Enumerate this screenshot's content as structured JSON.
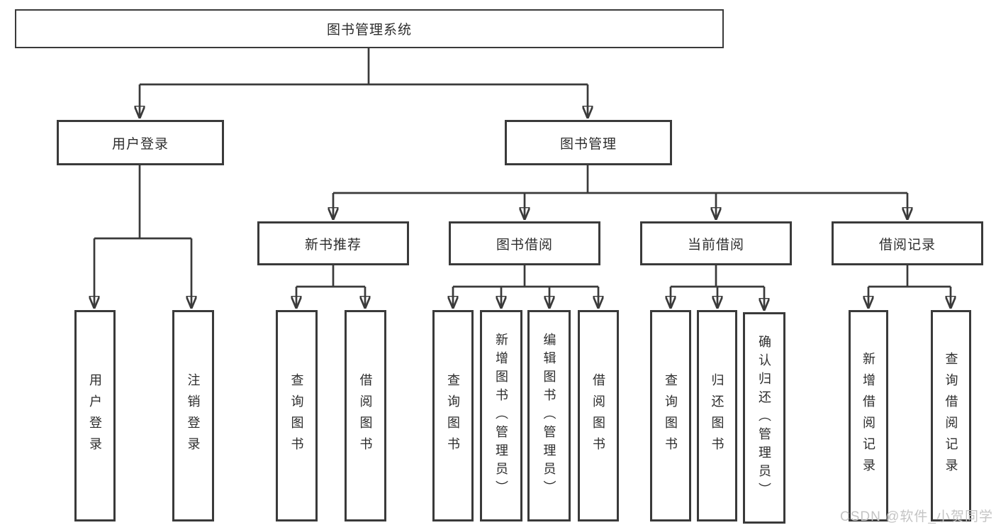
{
  "diagram": {
    "root": {
      "label": "图书管理系统"
    },
    "level2": [
      {
        "label": "用户登录",
        "children": [
          {
            "label": "用户登录"
          },
          {
            "label": "注销登录"
          }
        ]
      },
      {
        "label": "图书管理",
        "children": [
          {
            "label": "新书推荐",
            "children": [
              {
                "label": "查询图书"
              },
              {
                "label": "借阅图书"
              }
            ]
          },
          {
            "label": "图书借阅",
            "children": [
              {
                "label": "查询图书"
              },
              {
                "label": "新增图书（管理员）"
              },
              {
                "label": "编辑图书（管理员）"
              },
              {
                "label": "借阅图书"
              }
            ]
          },
          {
            "label": "当前借阅",
            "children": [
              {
                "label": "查询图书"
              },
              {
                "label": "归还图书"
              },
              {
                "label": "确认归还（管理员）"
              }
            ]
          },
          {
            "label": "借阅记录",
            "children": [
              {
                "label": "新增借阅记录"
              },
              {
                "label": "查询借阅记录"
              }
            ]
          }
        ]
      }
    ]
  },
  "watermark": {
    "text": "CSDN @软件_小贺同学"
  },
  "colors": {
    "line": "#3a3a3a",
    "node_border": "#3a3a3a",
    "text": "#2d2d2d",
    "watermark": "#c4c4c4",
    "background": "#ffffff"
  }
}
